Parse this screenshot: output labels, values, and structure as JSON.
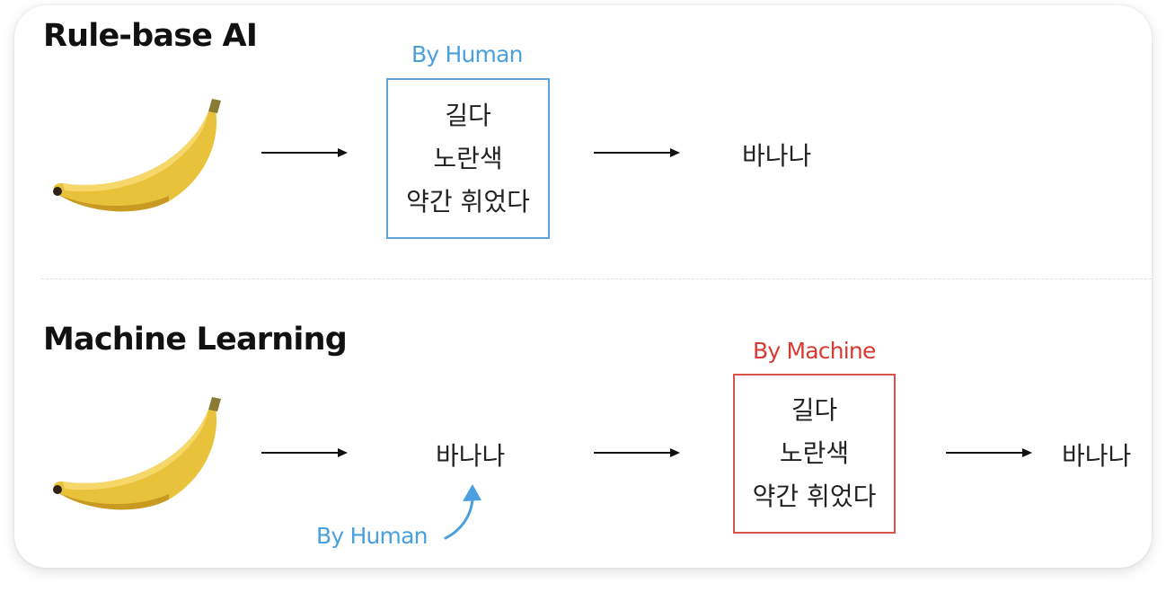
{
  "colors": {
    "human": "#4aa0dc",
    "machine": "#d93a33"
  },
  "rule_based": {
    "title": "Rule-base AI",
    "caption": "By Human",
    "features": [
      "길다",
      "노란색",
      "약간 휘었다"
    ],
    "result": "바나나"
  },
  "machine_learning": {
    "title": "Machine Learning",
    "label": "바나나",
    "label_caption": "By Human",
    "caption": "By Machine",
    "features": [
      "길다",
      "노란색",
      "약간 휘었다"
    ],
    "result": "바나나"
  }
}
